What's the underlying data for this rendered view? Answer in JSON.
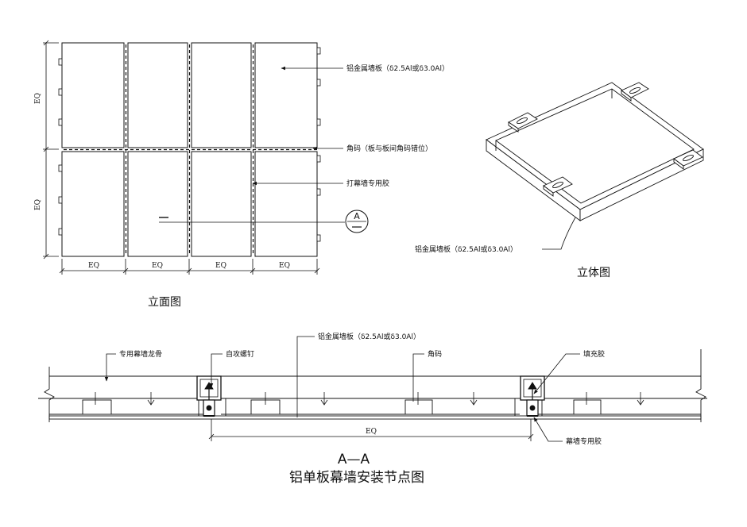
{
  "elevation": {
    "caption": "立面图",
    "dim_label": "EQ",
    "labels": {
      "panel": "铝金属墙板（δ2.5Al或δ3.0Al）",
      "corner_code": "角码（板与板间角码错位）",
      "sealant": "打幕墙专用胶"
    },
    "section_marker": "A"
  },
  "iso": {
    "caption": "立体图",
    "label": "铝金属墙板（δ2.5Al或δ3.0Al）"
  },
  "section": {
    "title": "A—A",
    "subtitle": "铝单板幕墙安装节点图",
    "dim_label": "EQ",
    "labels": {
      "keel": "专用幕墙龙骨",
      "screw": "自攻螺钉",
      "panel": "铝金属墙板（δ2.5Al或δ3.0Al）",
      "corner_code": "角码",
      "filler": "填充胶",
      "sealant": "幕墙专用胶"
    }
  }
}
